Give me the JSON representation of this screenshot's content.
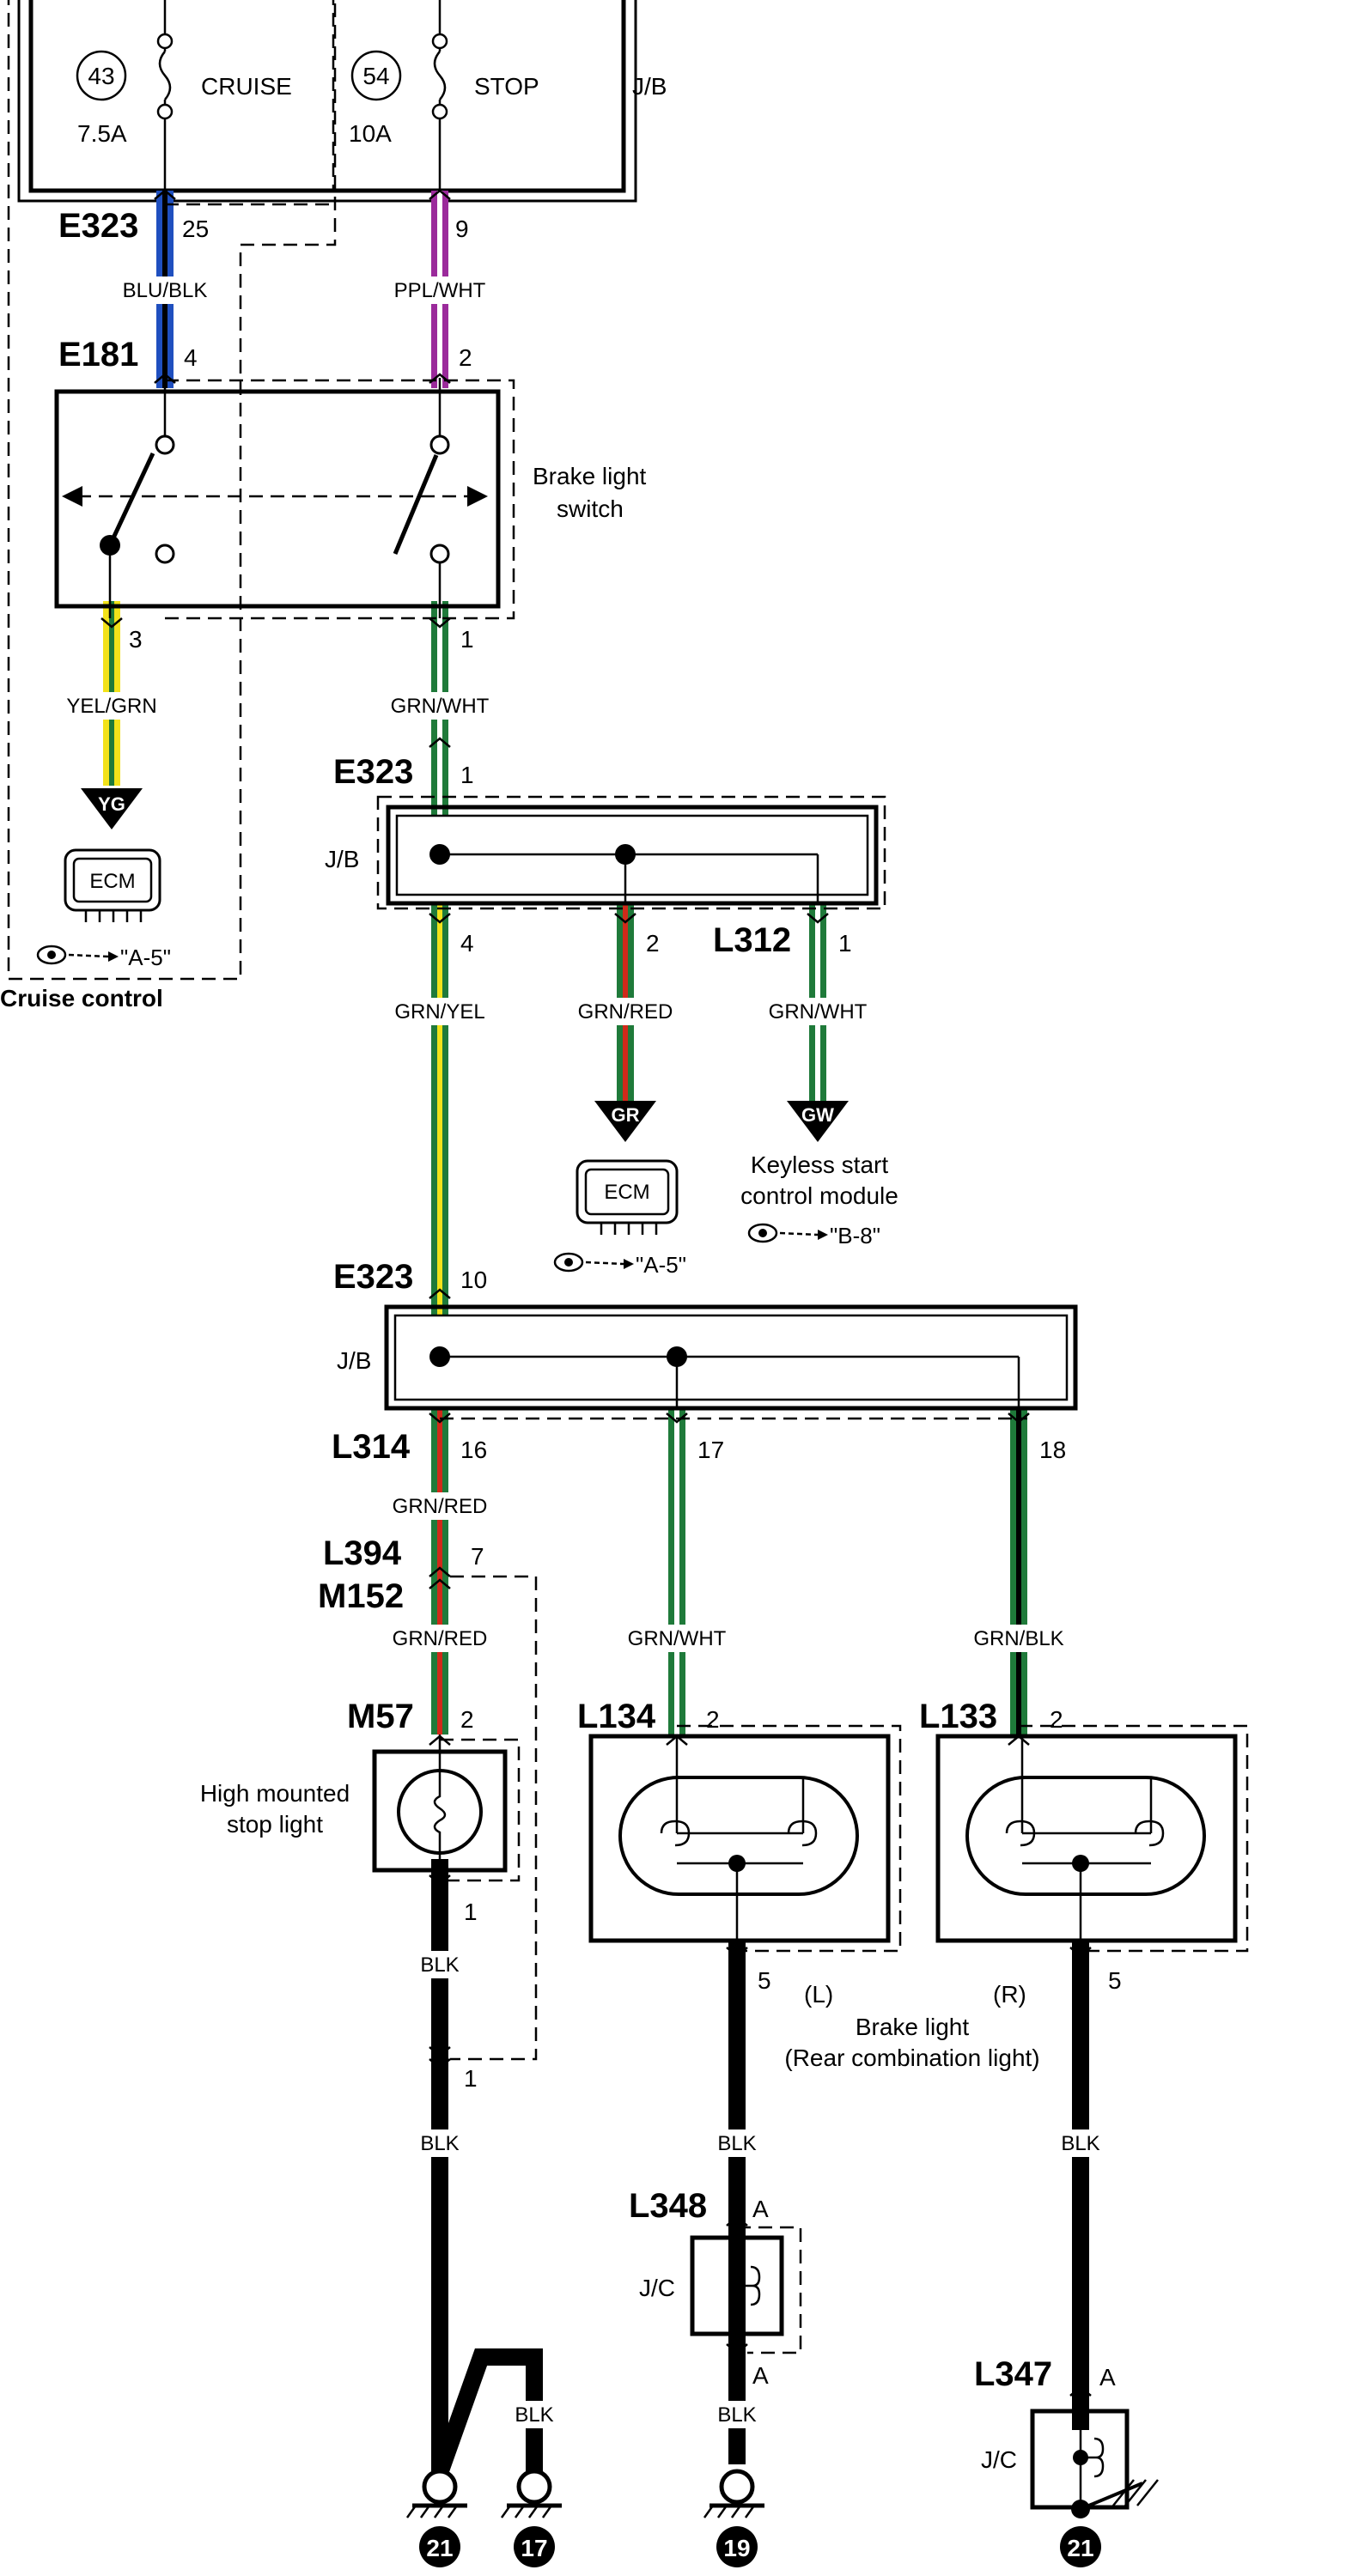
{
  "fuse_box": {
    "label": "J/B",
    "fuses": [
      {
        "number": "43",
        "name": "CRUISE",
        "rating": "7.5A"
      },
      {
        "number": "54",
        "name": "STOP",
        "rating": "10A"
      }
    ]
  },
  "connectors": {
    "e323_top": "E323",
    "e323_top_pin_a": "25",
    "e323_top_pin_b": "9",
    "e181": "E181",
    "e181_pin_a": "4",
    "e181_pin_b": "2",
    "e181_pin_c": "3",
    "e181_pin_d": "1",
    "e323_mid": "E323",
    "e323_mid_pin": "1",
    "l312": "L312",
    "l312_pin": "1",
    "jb1_pin_out_a": "4",
    "jb1_pin_out_b": "2",
    "e323_low": "E323",
    "e323_low_pin": "10",
    "l314": "L314",
    "l314_pin": "16",
    "jb2_pin_b": "17",
    "jb2_pin_c": "18",
    "l394": "L394",
    "l394_pin": "7",
    "m152": "M152",
    "m57": "M57",
    "m57_pin_in": "2",
    "m57_pin_out": "1",
    "m152_pin_return": "1",
    "l134": "L134",
    "l134_pin_in": "2",
    "l134_pin_out": "5",
    "l133": "L133",
    "l133_pin_in": "2",
    "l133_pin_out": "5",
    "l348": "L348",
    "l348_pin_in": "A",
    "l348_pin_out": "A",
    "l347": "L347",
    "l347_pin": "A"
  },
  "wires": {
    "blu_blk": "BLU/BLK",
    "ppl_wht": "PPL/WHT",
    "yel_grn": "YEL/GRN",
    "grn_wht_1": "GRN/WHT",
    "grn_yel": "GRN/YEL",
    "grn_red_1": "GRN/RED",
    "grn_wht_2": "GRN/WHT",
    "grn_red_2": "GRN/RED",
    "grn_red_3": "GRN/RED",
    "grn_wht_3": "GRN/WHT",
    "grn_blk": "GRN/BLK",
    "blk_1": "BLK",
    "blk_2": "BLK",
    "blk_3": "BLK",
    "blk_4": "BLK",
    "blk_5": "BLK",
    "blk_6": "BLK"
  },
  "components": {
    "brake_switch_line1": "Brake light",
    "brake_switch_line2": "switch",
    "jb_label_1": "J/B",
    "jb_label_2": "J/B",
    "ecm_1": "ECM",
    "ecm_1_ref": "\"A-5\"",
    "ecm_1_tag": "YG",
    "cruise_control": "Cruise control",
    "ecm_2": "ECM",
    "ecm_2_ref": "\"A-5\"",
    "ecm_2_tag": "GR",
    "keyless_tag": "GW",
    "keyless_line1": "Keyless start",
    "keyless_line2": "control module",
    "keyless_ref": "\"B-8\"",
    "hmsl_line1": "High mounted",
    "hmsl_line2": "stop light",
    "brake_light_left": "(L)",
    "brake_light_right": "(R)",
    "brake_light_line1": "Brake light",
    "brake_light_line2": "(Rear combination light)",
    "jc_label_1": "J/C",
    "jc_label_2": "J/C"
  },
  "grounds": [
    "21",
    "17",
    "19",
    "21"
  ],
  "colors": {
    "blue": "#1f4fbf",
    "purple": "#9b2a9b",
    "yellow": "#f2e21a",
    "green": "#1f7a3a",
    "red": "#d02a1a",
    "black": "#000000",
    "white": "#ffffff"
  }
}
